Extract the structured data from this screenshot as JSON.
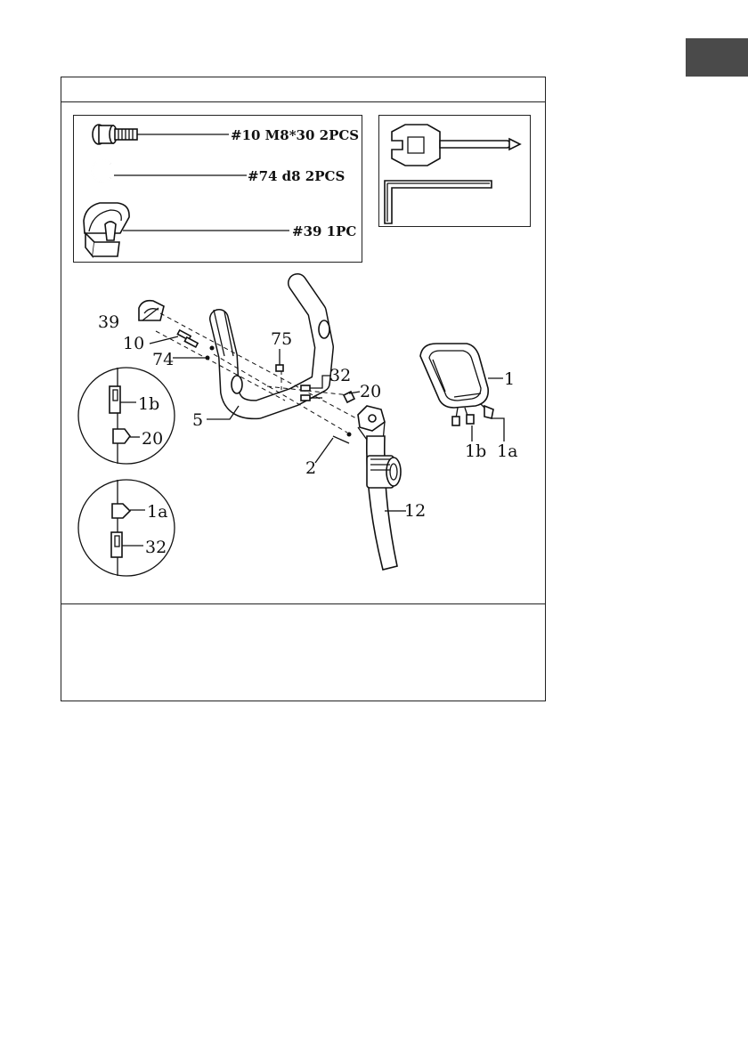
{
  "hardware": [
    {
      "key": "bolt",
      "text": "#10 M8*30 2PCS"
    },
    {
      "key": "washer",
      "text": "#74 d8  2PCS"
    },
    {
      "key": "clamp",
      "text": "#39 1PC"
    }
  ],
  "callouts": {
    "c39": "39",
    "c10": "10",
    "c74": "74",
    "c75": "75",
    "c32": "32",
    "c20": "20",
    "c5": "5",
    "c2": "2",
    "c12": "12",
    "c1": "1",
    "c1b": "1b",
    "c1a": "1a"
  },
  "detail_top": {
    "upper": "1b",
    "lower": "20"
  },
  "detail_bottom": {
    "upper": "1a",
    "lower": "32"
  }
}
